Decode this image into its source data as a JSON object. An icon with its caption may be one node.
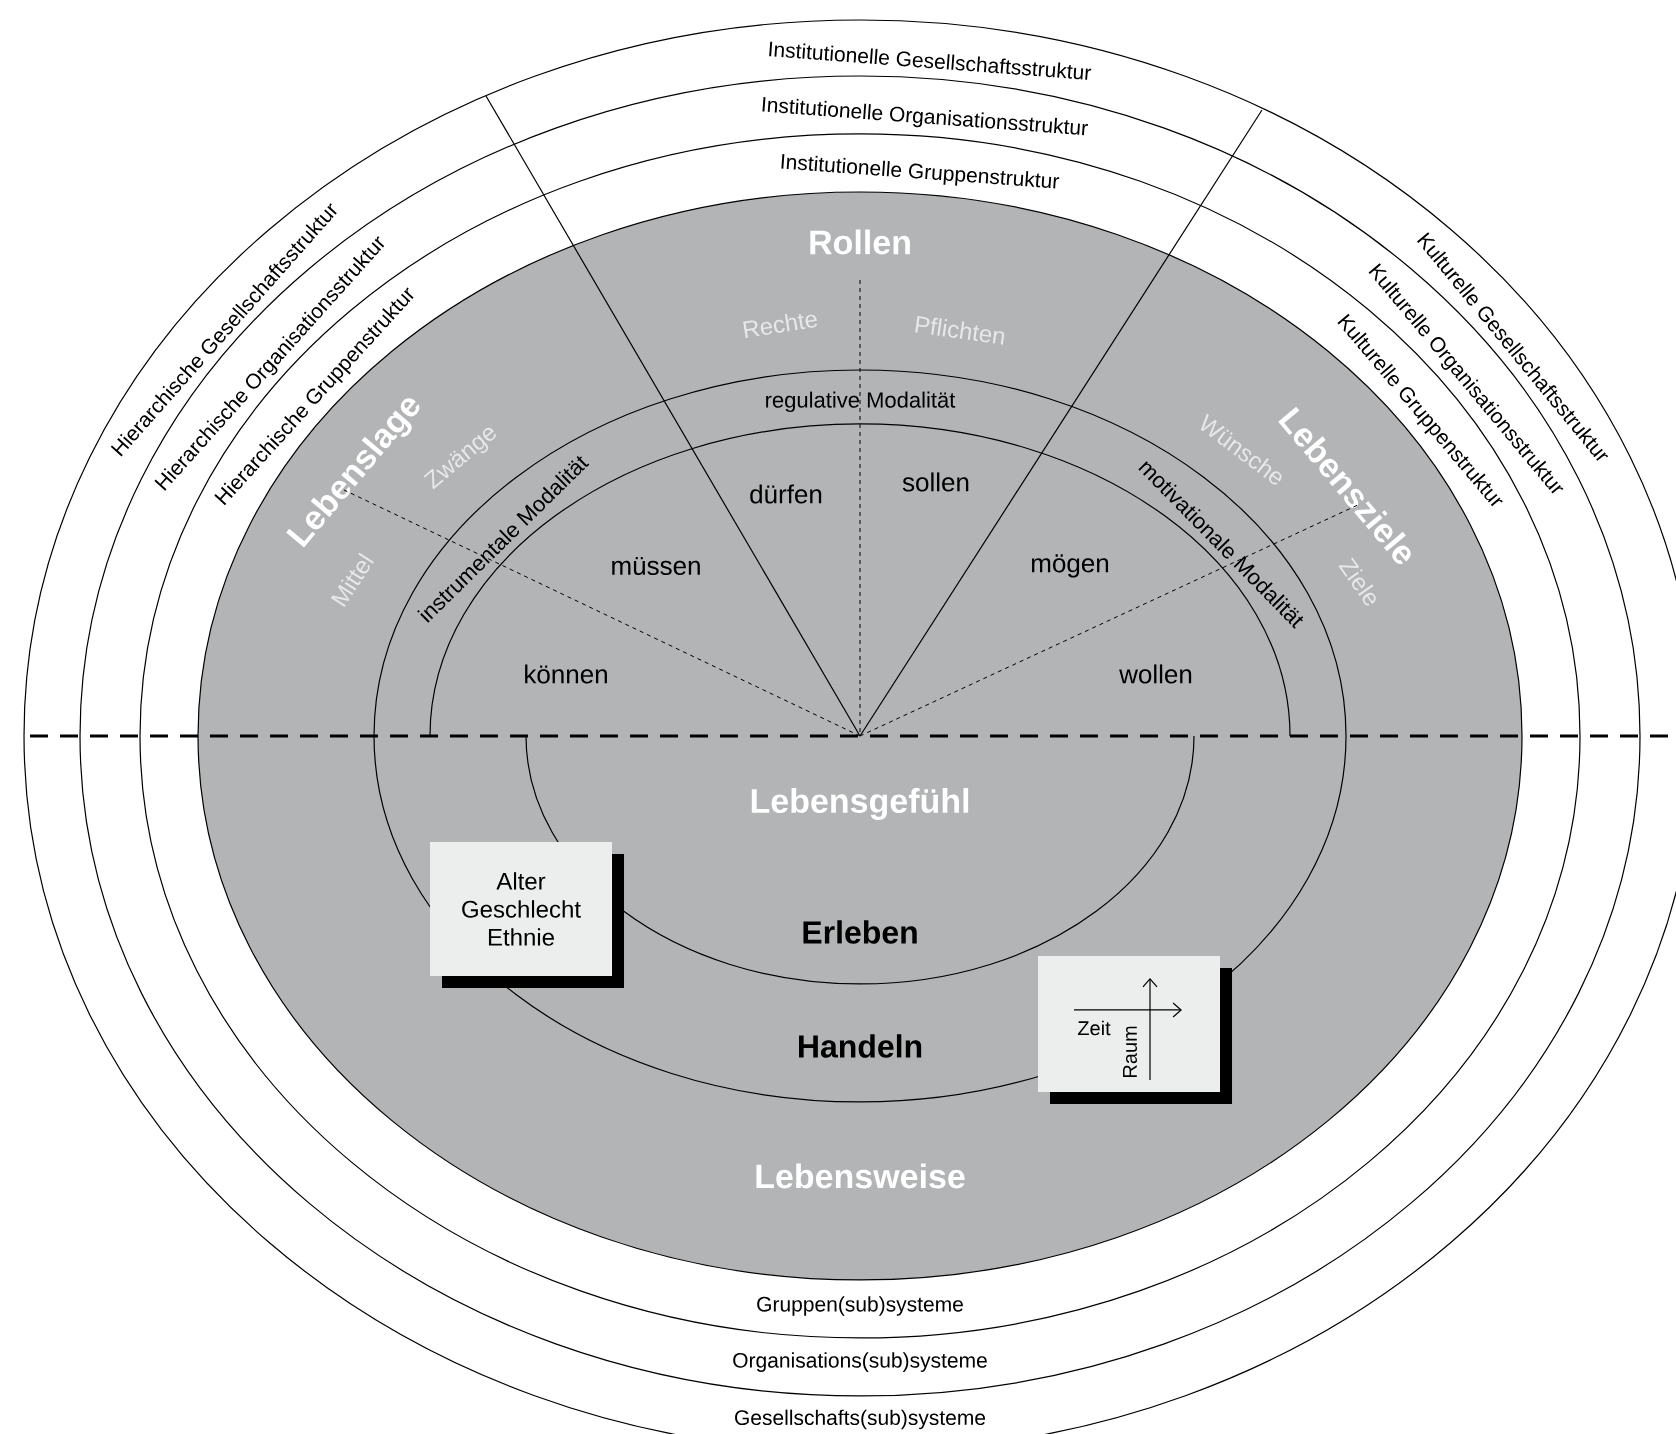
{
  "diagram": {
    "nodes": [
      {
        "text": [
          "Hierarchische Gesellschaftsstruktur",
          "Institutionelle Gesellschaftsstruktur",
          "Kulturelle Gesellschaftsstruktur",
          "Gesellschafts(sub)systeme"
        ]
      },
      {
        "text": [
          "Hierarchische Organisationsstruktur",
          "Institutionelle Organisationsstruktur",
          "Kulturelle Organisationsstruktur",
          "Organisations(sub)systeme"
        ],
        "in": 0
      },
      {
        "text": [
          "Hierarchische Gruppenstruktur",
          "Institutionelle Gruppenstruktur",
          "Kulturelle Gruppenstruktur",
          "Gruppen(sub)systeme"
        ],
        "in": 1
      },
      {
        "text": [
          "Rollen",
          "Lebenslage",
          "Lebensziele",
          "Lebensweise"
        ],
        "in": 2
      },
      {
        "text": [
          "instrumentale Modalität",
          "regulative Modalität",
          "motivationale Modalität",
          "Handeln"
        ],
        "in": 3
      },
      {
        "text": [
          "Lebensgefühl",
          "Erleben"
        ],
        "in": 4
      },
      {
        "text": [
          "Alter Geschlecht Ethnie"
        ],
        "in": 4
      },
      {
        "text": [
          "Zeit",
          "Raum"
        ],
        "in": 3
      }
    ],
    "labels": [
      "Rechte",
      "Pflichten",
      "Zwänge",
      "Mittel",
      "Wünsche",
      "Ziele",
      "dürfen",
      "sollen",
      "müssen",
      "mögen",
      "können",
      "wollen"
    ]
  }
}
